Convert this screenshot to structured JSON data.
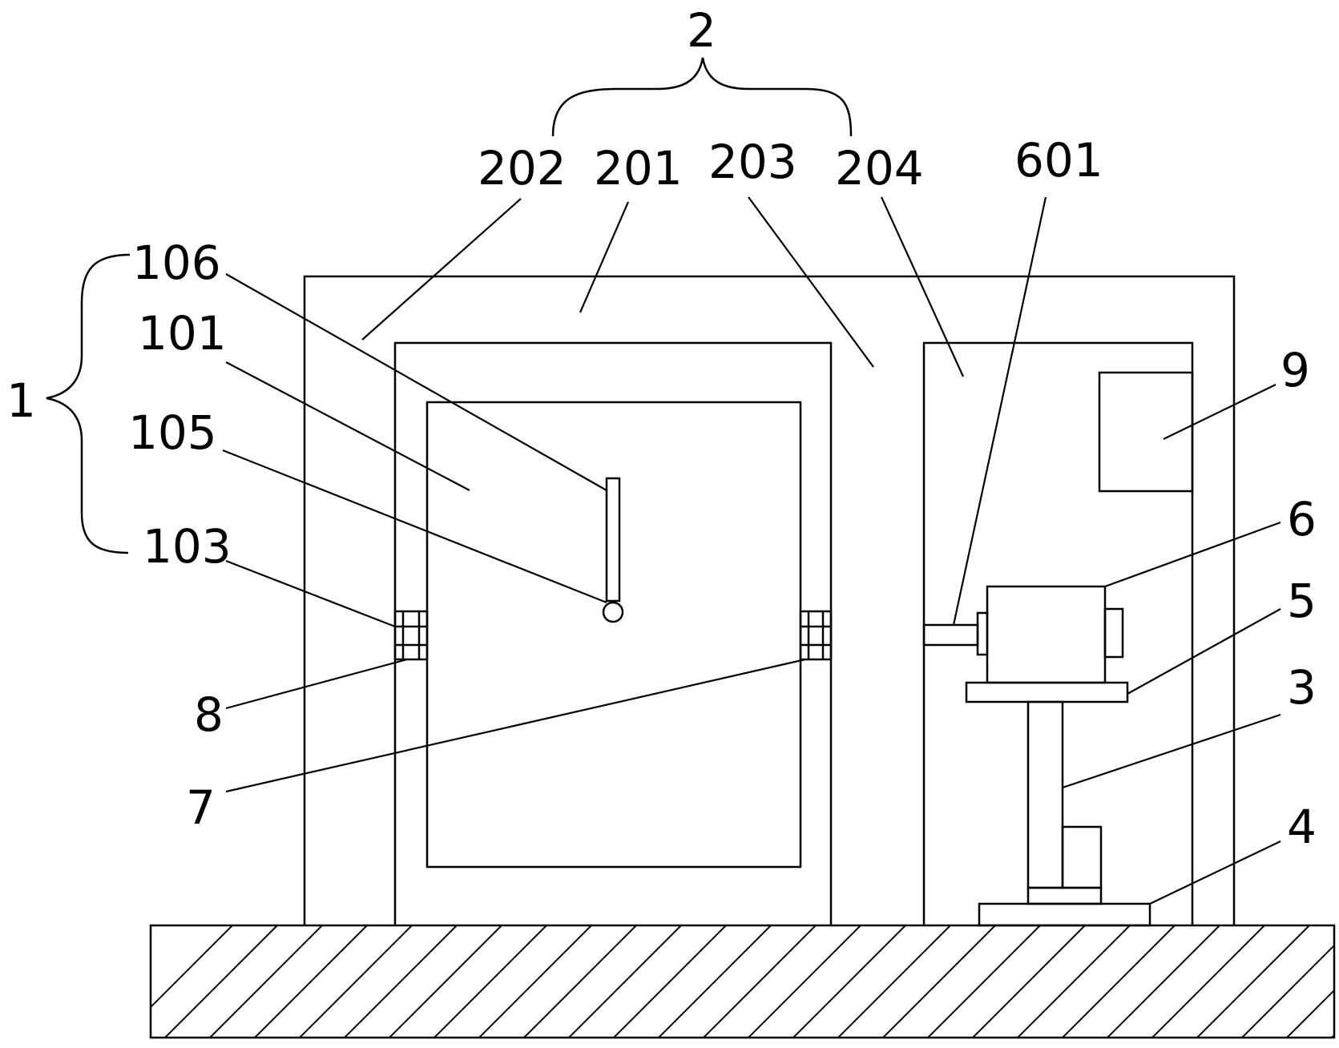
{
  "labels": {
    "n2": "2",
    "n202": "202",
    "n201": "201",
    "n203": "203",
    "n204": "204",
    "n601": "601",
    "n1": "1",
    "n106": "106",
    "n101": "101",
    "n105": "105",
    "n103": "103",
    "n9": "9",
    "n6": "6",
    "n5": "5",
    "n3": "3",
    "n4": "4",
    "n8": "8",
    "n7": "7"
  }
}
